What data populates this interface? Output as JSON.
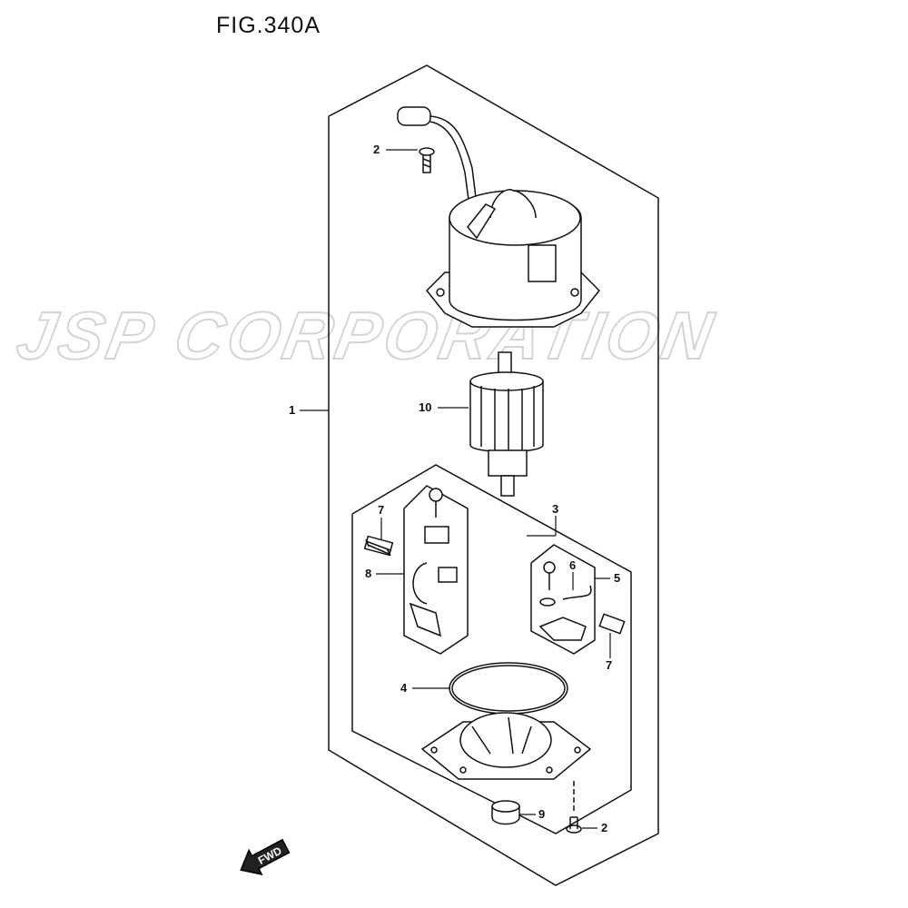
{
  "title": "FIG.340A",
  "watermark": "JSP CORPORATION",
  "fwd_label": "FWD",
  "callouts": [
    {
      "id": "2a",
      "text": "2"
    },
    {
      "id": "1",
      "text": "1"
    },
    {
      "id": "10",
      "text": "10"
    },
    {
      "id": "3",
      "text": "3"
    },
    {
      "id": "7a",
      "text": "7"
    },
    {
      "id": "8",
      "text": "8"
    },
    {
      "id": "6",
      "text": "6"
    },
    {
      "id": "5",
      "text": "5"
    },
    {
      "id": "7b",
      "text": "7"
    },
    {
      "id": "4",
      "text": "4"
    },
    {
      "id": "9",
      "text": "9"
    },
    {
      "id": "2b",
      "text": "2"
    }
  ]
}
